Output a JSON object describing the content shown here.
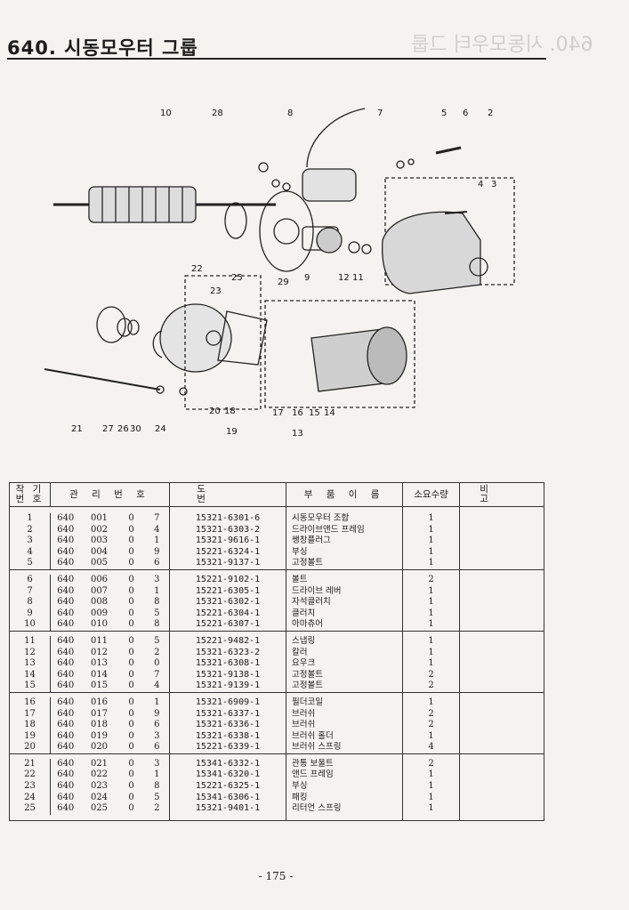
{
  "title": "640. 시동모우터 그룹",
  "ghost_text": "640. 시동모우터 그룹",
  "headers": {
    "no": "착 기\n번 호",
    "mgmt": "관 리 번 호",
    "pn": "도 번",
    "name": "부 품 이 름",
    "qty": "소요수량",
    "remark": "비 고"
  },
  "callouts": [
    "10",
    "28",
    "8",
    "7",
    "5",
    "6",
    "2",
    "4",
    "3",
    "22",
    "23",
    "25",
    "29",
    "9",
    "12",
    "11",
    "21",
    "27",
    "26",
    "30",
    "24",
    "20",
    "18",
    "19",
    "17",
    "16",
    "15",
    "14",
    "13"
  ],
  "rows": [
    {
      "n": "1",
      "g": "640",
      "s": "001",
      "a": "0",
      "b": "7",
      "pn": "15321-6301-6",
      "name": "시동모우터 조합",
      "q": "1"
    },
    {
      "n": "2",
      "g": "640",
      "s": "002",
      "a": "0",
      "b": "4",
      "pn": "15321-6303-2",
      "name": "드라이브앤드 프레임",
      "q": "1"
    },
    {
      "n": "3",
      "g": "640",
      "s": "003",
      "a": "0",
      "b": "1",
      "pn": "15321-9616-1",
      "name": "쌩창플러그",
      "q": "1"
    },
    {
      "n": "4",
      "g": "640",
      "s": "004",
      "a": "0",
      "b": "9",
      "pn": "15221-6324-1",
      "name": "부싱",
      "q": "1"
    },
    {
      "n": "5",
      "g": "640",
      "s": "005",
      "a": "0",
      "b": "6",
      "pn": "15321-9137-1",
      "name": "고정볼트",
      "q": "1"
    },
    {
      "n": "6",
      "g": "640",
      "s": "006",
      "a": "0",
      "b": "3",
      "pn": "15221-9102-1",
      "name": "볼트",
      "q": "2"
    },
    {
      "n": "7",
      "g": "640",
      "s": "007",
      "a": "0",
      "b": "1",
      "pn": "15221-6305-1",
      "name": "드라이브 레버",
      "q": "1"
    },
    {
      "n": "8",
      "g": "640",
      "s": "008",
      "a": "0",
      "b": "8",
      "pn": "15321-6302-1",
      "name": "자석클러치",
      "q": "1"
    },
    {
      "n": "9",
      "g": "640",
      "s": "009",
      "a": "0",
      "b": "5",
      "pn": "15221-6304-1",
      "name": "클러치",
      "q": "1"
    },
    {
      "n": "10",
      "g": "640",
      "s": "010",
      "a": "0",
      "b": "8",
      "pn": "15221-6307-1",
      "name": "아마츄어",
      "q": "1"
    },
    {
      "n": "11",
      "g": "640",
      "s": "011",
      "a": "0",
      "b": "5",
      "pn": "15221-9482-1",
      "name": "스냅링",
      "q": "1"
    },
    {
      "n": "12",
      "g": "640",
      "s": "012",
      "a": "0",
      "b": "2",
      "pn": "15321-6323-2",
      "name": "칼러",
      "q": "1"
    },
    {
      "n": "13",
      "g": "640",
      "s": "013",
      "a": "0",
      "b": "0",
      "pn": "15321-6308-1",
      "name": "요우크",
      "q": "1"
    },
    {
      "n": "14",
      "g": "640",
      "s": "014",
      "a": "0",
      "b": "7",
      "pn": "15321-9138-1",
      "name": "고정볼트",
      "q": "2"
    },
    {
      "n": "15",
      "g": "640",
      "s": "015",
      "a": "0",
      "b": "4",
      "pn": "15321-9139-1",
      "name": "고정볼트",
      "q": "2"
    },
    {
      "n": "16",
      "g": "640",
      "s": "016",
      "a": "0",
      "b": "1",
      "pn": "15321-6909-1",
      "name": "필더코일",
      "q": "1"
    },
    {
      "n": "17",
      "g": "640",
      "s": "017",
      "a": "0",
      "b": "9",
      "pn": "15321-6337-1",
      "name": "브러쉬",
      "q": "2"
    },
    {
      "n": "18",
      "g": "640",
      "s": "018",
      "a": "0",
      "b": "6",
      "pn": "15321-6336-1",
      "name": "브러쉬",
      "q": "2"
    },
    {
      "n": "19",
      "g": "640",
      "s": "019",
      "a": "0",
      "b": "3",
      "pn": "15321-6338-1",
      "name": "브러쉬 홀더",
      "q": "1"
    },
    {
      "n": "20",
      "g": "640",
      "s": "020",
      "a": "0",
      "b": "6",
      "pn": "15221-6339-1",
      "name": "브러쉬 스프링",
      "q": "4"
    },
    {
      "n": "21",
      "g": "640",
      "s": "021",
      "a": "0",
      "b": "3",
      "pn": "15341-6332-1",
      "name": "관통 보울트",
      "q": "2"
    },
    {
      "n": "22",
      "g": "640",
      "s": "022",
      "a": "0",
      "b": "1",
      "pn": "15341-6320-1",
      "name": "앤드 프레임",
      "q": "1"
    },
    {
      "n": "23",
      "g": "640",
      "s": "023",
      "a": "0",
      "b": "8",
      "pn": "15221-6325-1",
      "name": "부싱",
      "q": "1"
    },
    {
      "n": "24",
      "g": "640",
      "s": "024",
      "a": "0",
      "b": "5",
      "pn": "15341-6306-1",
      "name": "패킹",
      "q": "1"
    },
    {
      "n": "25",
      "g": "640",
      "s": "025",
      "a": "0",
      "b": "2",
      "pn": "15321-9401-1",
      "name": "리터언 스프링",
      "q": "1"
    }
  ],
  "page_number": "- 175 -"
}
